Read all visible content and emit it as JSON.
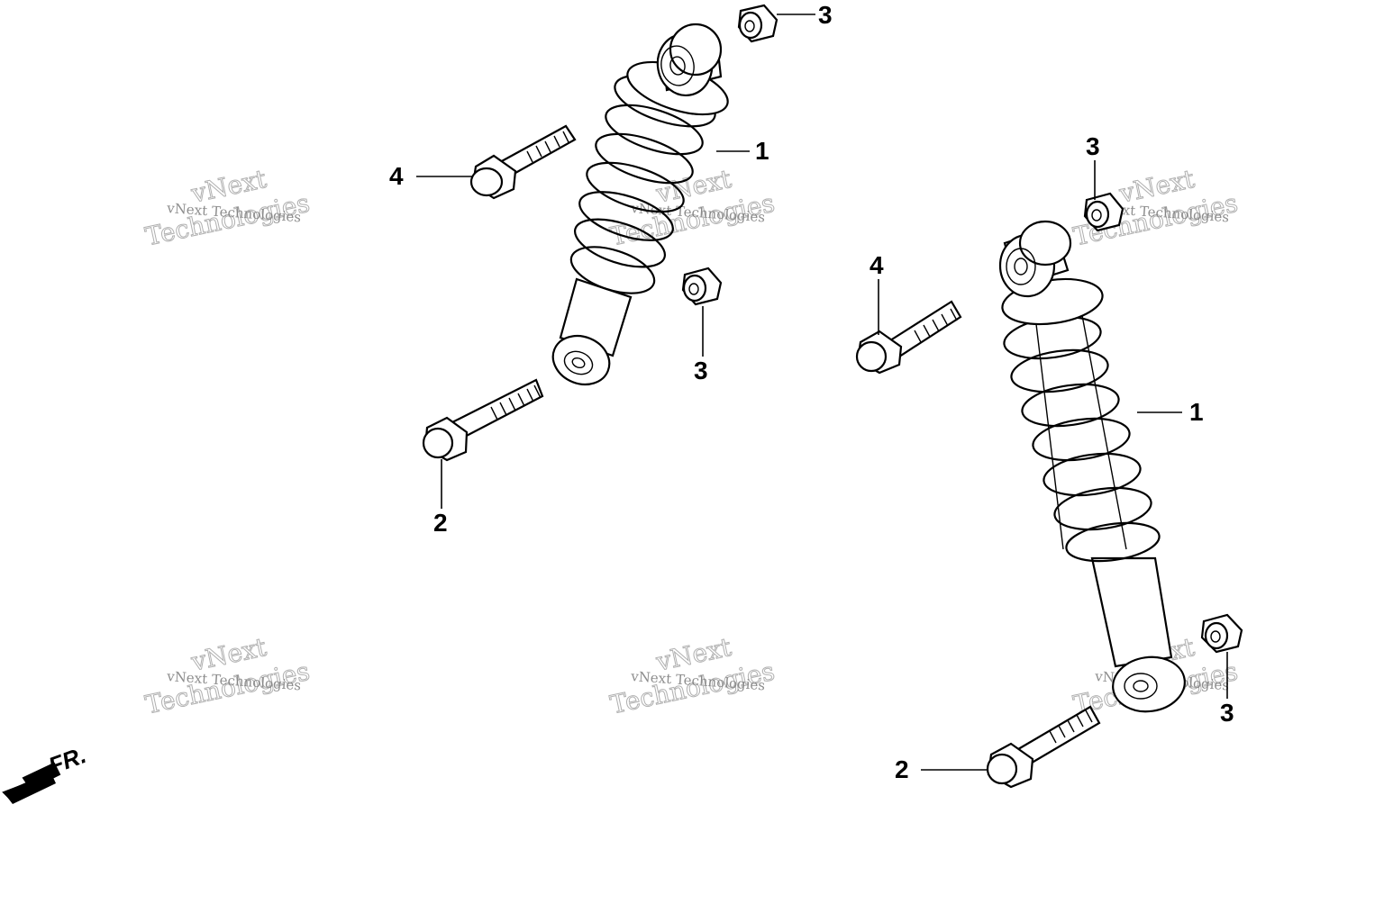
{
  "diagram": {
    "watermark": {
      "line1": "vNext Technologies",
      "line2_top": "vNext",
      "line2_bottom": "Technologies"
    },
    "callouts": {
      "shock_absorber": "1",
      "lower_bolt": "2",
      "nut": "3",
      "upper_bolt": "4"
    },
    "front_indicator": "FR."
  }
}
